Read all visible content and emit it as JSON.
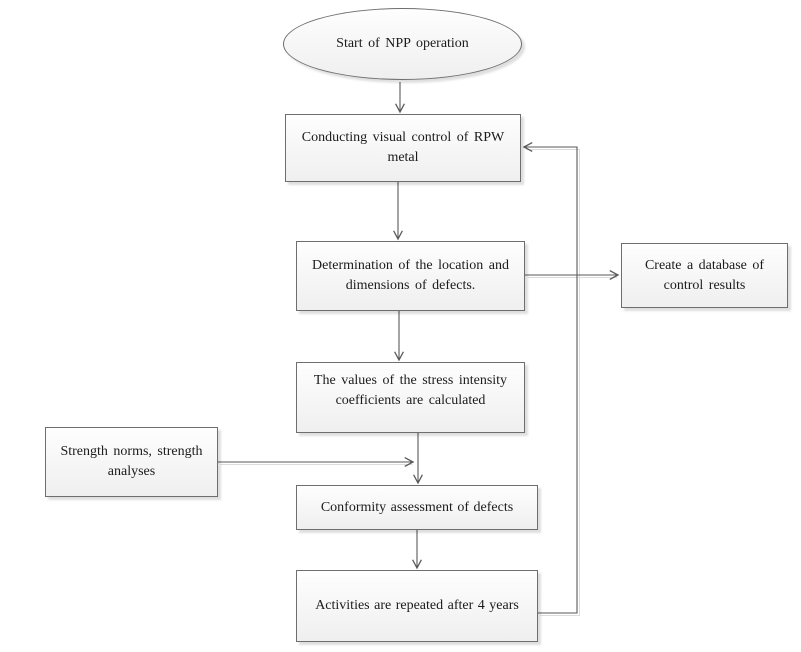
{
  "diagram": {
    "type": "flowchart",
    "background_color": "#ffffff",
    "node_fill": "#f2f2f2",
    "node_border_color": "#6e6e6e",
    "connector_color": "#595959",
    "text_color": "#1b1b1b",
    "nodes": {
      "start": {
        "shape": "ellipse",
        "label": "Start of NPP operation"
      },
      "visual_control": {
        "shape": "rect",
        "label": "Conducting visual control of RPW metal"
      },
      "determination": {
        "shape": "rect",
        "label": "Determination of the location and dimensions of defects."
      },
      "create_database": {
        "shape": "rect",
        "label": "Create a database of control results"
      },
      "stress_intensity": {
        "shape": "rect",
        "label": "The values of the stress intensity coefficients are calculated"
      },
      "strength_norms": {
        "shape": "rect",
        "label": "Strength norms, strength analyses"
      },
      "conformity": {
        "shape": "rect",
        "label": "Conformity assessment of defects"
      },
      "repeat": {
        "shape": "rect",
        "label": "Activities are repeated after 4 years"
      }
    },
    "edges": [
      {
        "from": "start",
        "to": "visual_control"
      },
      {
        "from": "visual_control",
        "to": "determination"
      },
      {
        "from": "determination",
        "to": "stress_intensity"
      },
      {
        "from": "stress_intensity",
        "to": "conformity"
      },
      {
        "from": "conformity",
        "to": "repeat"
      },
      {
        "from": "determination",
        "to": "create_database"
      },
      {
        "from": "strength_norms",
        "to": "conformity"
      },
      {
        "from": "repeat",
        "to": "visual_control",
        "style": "feedback-loop"
      }
    ]
  }
}
